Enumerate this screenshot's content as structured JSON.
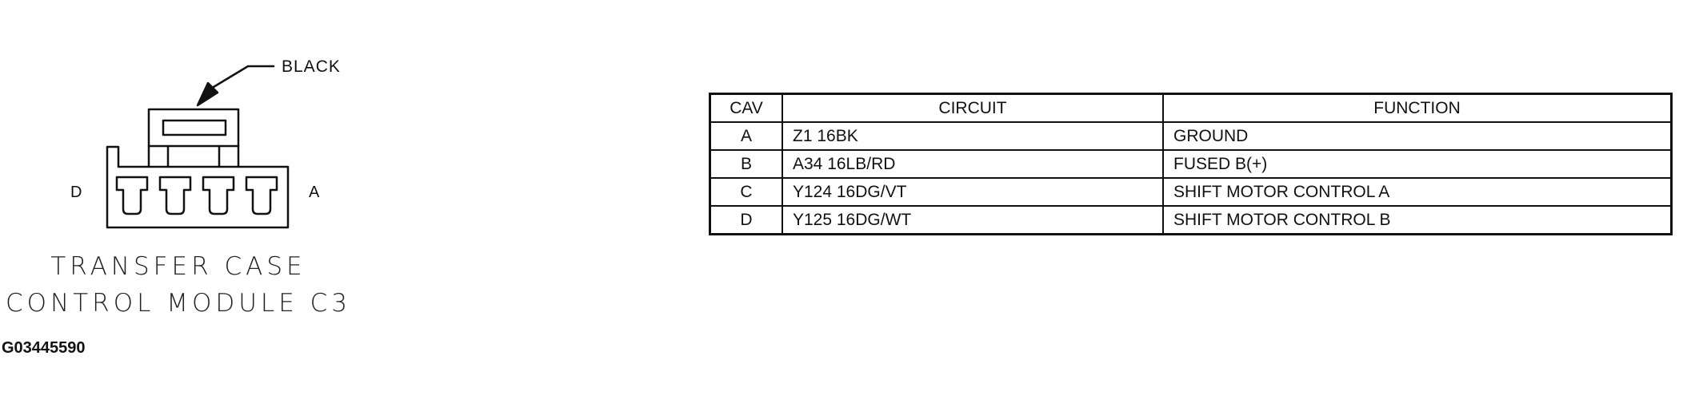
{
  "connector": {
    "callout_label": "BLACK",
    "left_pin_label": "D",
    "right_pin_label": "A",
    "caption_line1": "TRANSFER CASE",
    "caption_line2": "CONTROL MODULE C3"
  },
  "figure_id": "G03445590",
  "pinout_table": {
    "headers": {
      "cav": "CAV",
      "circuit": "CIRCUIT",
      "function": "FUNCTION"
    },
    "rows": [
      {
        "cav": "A",
        "circuit": "Z1 16BK",
        "function": "GROUND"
      },
      {
        "cav": "B",
        "circuit": "A34 16LB/RD",
        "function": "FUSED B(+)"
      },
      {
        "cav": "C",
        "circuit": "Y124 16DG/VT",
        "function": "SHIFT MOTOR CONTROL A"
      },
      {
        "cav": "D",
        "circuit": "Y125 16DG/WT",
        "function": "SHIFT MOTOR CONTROL B"
      }
    ]
  }
}
